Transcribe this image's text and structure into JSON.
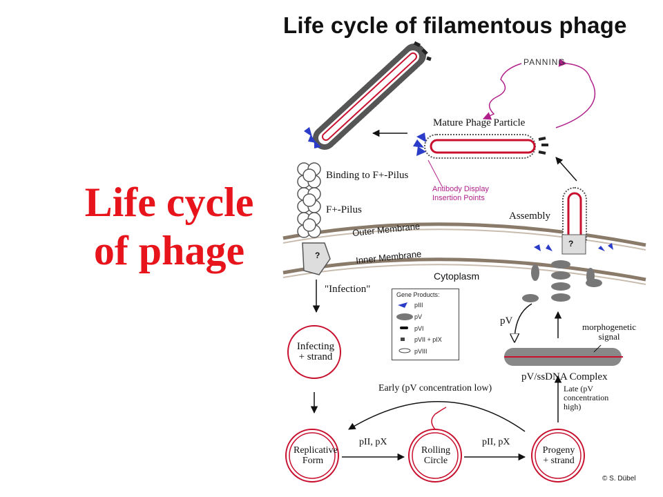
{
  "slide_title": "Life cycle of phage",
  "figure": {
    "title": "Life cycle of filamentous phage",
    "labels": {
      "panning": "PANNING",
      "mature": "Mature Phage Particle",
      "binding": "Binding to F+-Pilus",
      "antibody": "Antibody Display Insertion Points",
      "pilus": "F+-Pilus",
      "assembly": "Assembly",
      "outer": "Outer Membrane",
      "inner": "Inner Membrane",
      "cytoplasm": "Cytoplasm",
      "infection": "\"Infection\"",
      "infecting": "Infecting + strand",
      "pv": "pV",
      "morpho": "morphogenetic signal",
      "complex": "pV/ssDNA Complex",
      "early": "Early (pV concentration low)",
      "late": "Late (pV concentration high)",
      "replicative": "Replicative Form",
      "rolling": "Rolling Circle",
      "progeny": "Progeny + strand",
      "pii_px_1": "pII, pX",
      "pii_px_2": "pII, pX",
      "question": "?",
      "credit": "© S. Dübel"
    },
    "legend": {
      "title": "Gene Products:",
      "items": [
        "pIII",
        "pV",
        "pVI",
        "pVII + pIX",
        "pVIII"
      ]
    }
  },
  "colors": {
    "title_red": "#e8141c",
    "membrane": "#7a6a5a",
    "strand_red": "#c8102e",
    "pIII_blue": "#2a3cc8",
    "panning_magenta": "#b0208a"
  }
}
